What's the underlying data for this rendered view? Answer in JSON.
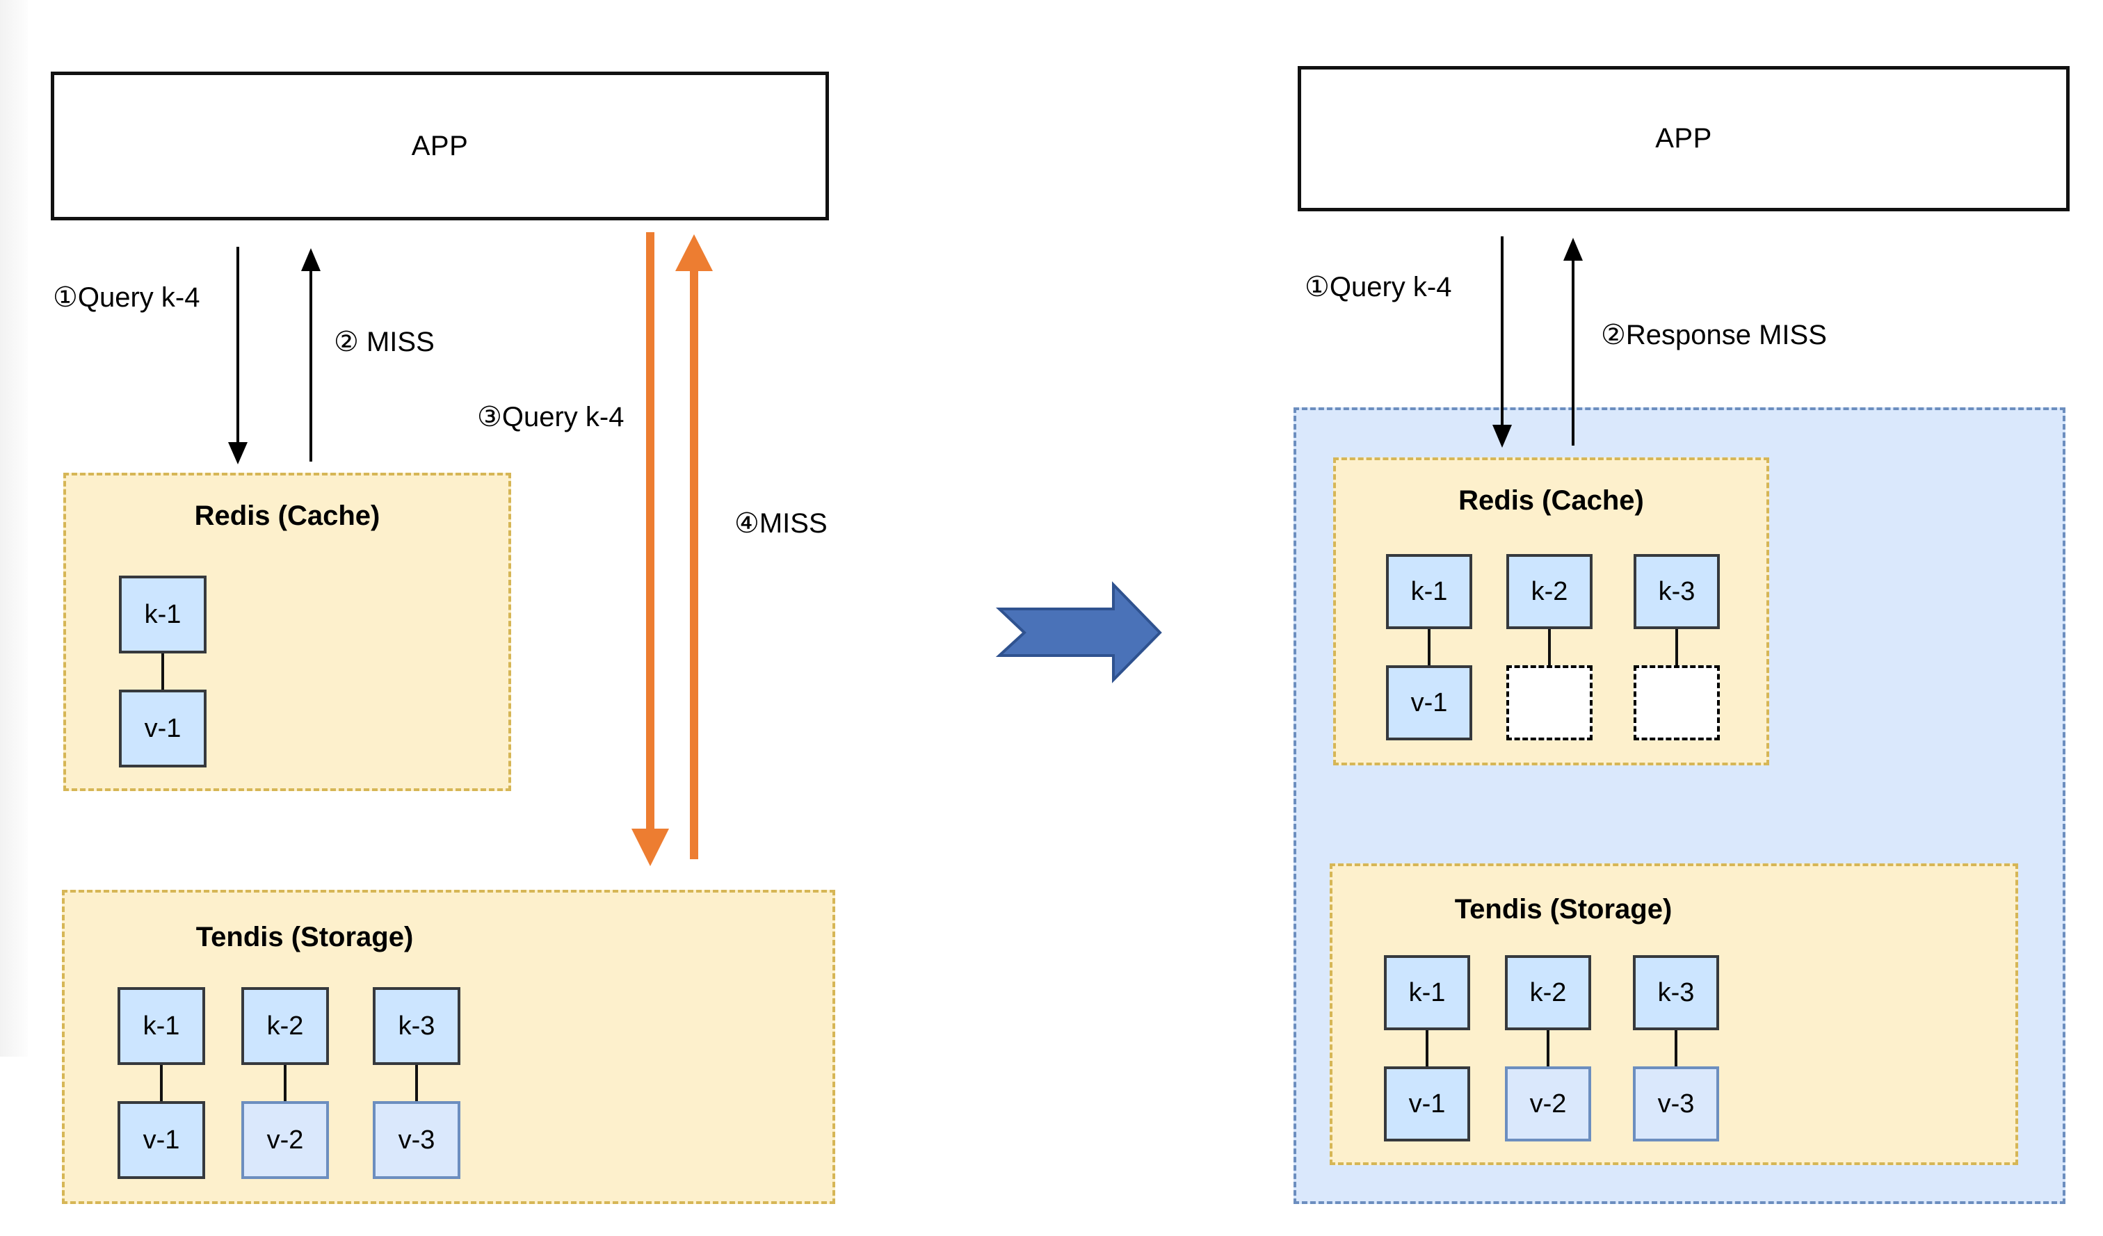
{
  "colors": {
    "app_border": "#111111",
    "group_fill": "#fdf0cc",
    "group_border": "#d6b656",
    "scope_fill": "#dae8fc",
    "scope_border": "#6c8ebf",
    "cell_fill": "#cce5ff",
    "cell_border": "#36393d",
    "cell_light_fill": "#dae8fc",
    "cell_light_border": "#6c8ebf",
    "arrow_black": "#000000",
    "arrow_orange": "#ed7d31",
    "transition_arrow_fill": "#4a72b8",
    "transition_arrow_stroke": "#2f528f"
  },
  "transition_arrow": {
    "icon": "right-arrow-icon"
  },
  "before": {
    "app": {
      "label": "APP"
    },
    "cache": {
      "title": "Redis (Cache)",
      "pairs": [
        {
          "key": "k-1",
          "value": "v-1",
          "value_style": "solid"
        }
      ]
    },
    "storage": {
      "title": "Tendis (Storage)",
      "pairs": [
        {
          "key": "k-1",
          "value": "v-1",
          "value_style": "solid"
        },
        {
          "key": "k-2",
          "value": "v-2",
          "value_style": "light"
        },
        {
          "key": "k-3",
          "value": "v-3",
          "value_style": "light"
        }
      ]
    },
    "steps": [
      {
        "label": "①Query  k-4",
        "direction": "down",
        "target": "cache",
        "color": "black"
      },
      {
        "label": "② MISS",
        "direction": "up",
        "source": "cache",
        "color": "black"
      },
      {
        "label": "③Query k-4",
        "direction": "down",
        "target": "storage",
        "color": "orange"
      },
      {
        "label": "④MISS",
        "direction": "up",
        "source": "storage",
        "color": "orange"
      }
    ]
  },
  "after": {
    "app": {
      "label": "APP"
    },
    "cache": {
      "title": "Redis (Cache)",
      "pairs": [
        {
          "key": "k-1",
          "value": "v-1",
          "value_style": "solid"
        },
        {
          "key": "k-2",
          "value": "",
          "value_style": "empty"
        },
        {
          "key": "k-3",
          "value": "",
          "value_style": "empty"
        }
      ]
    },
    "storage": {
      "title": "Tendis (Storage)",
      "pairs": [
        {
          "key": "k-1",
          "value": "v-1",
          "value_style": "solid"
        },
        {
          "key": "k-2",
          "value": "v-2",
          "value_style": "light"
        },
        {
          "key": "k-3",
          "value": "v-3",
          "value_style": "light"
        }
      ]
    },
    "steps": [
      {
        "label": "①Query  k-4",
        "direction": "down",
        "target": "scope",
        "color": "black"
      },
      {
        "label": "②Response MISS",
        "direction": "up",
        "source": "scope",
        "color": "black"
      }
    ]
  }
}
